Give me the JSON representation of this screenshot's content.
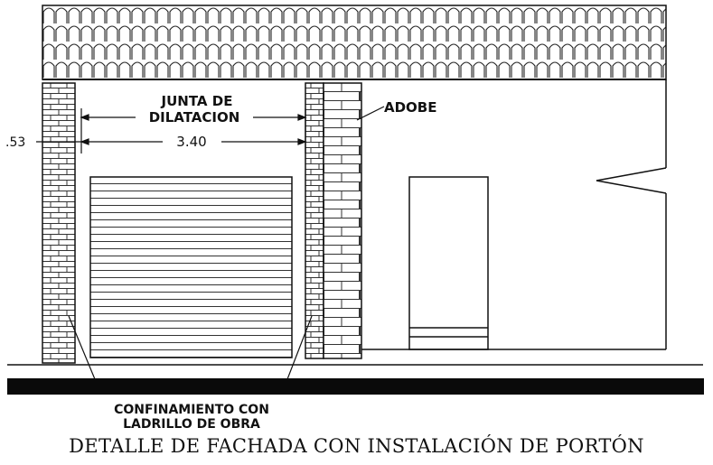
{
  "labels": {
    "junta_line1": "JUNTA DE",
    "junta_line2": "DILATACION",
    "adobe": "ADOBE",
    "dim_left": ".53",
    "dim_main": "3.40",
    "confinamiento_line1": "CONFINAMIENTO CON",
    "confinamiento_line2": "LADRILLO DE OBRA"
  },
  "caption": "DETALLE DE FACHADA CON INSTALACIÓN DE PORTÓN"
}
